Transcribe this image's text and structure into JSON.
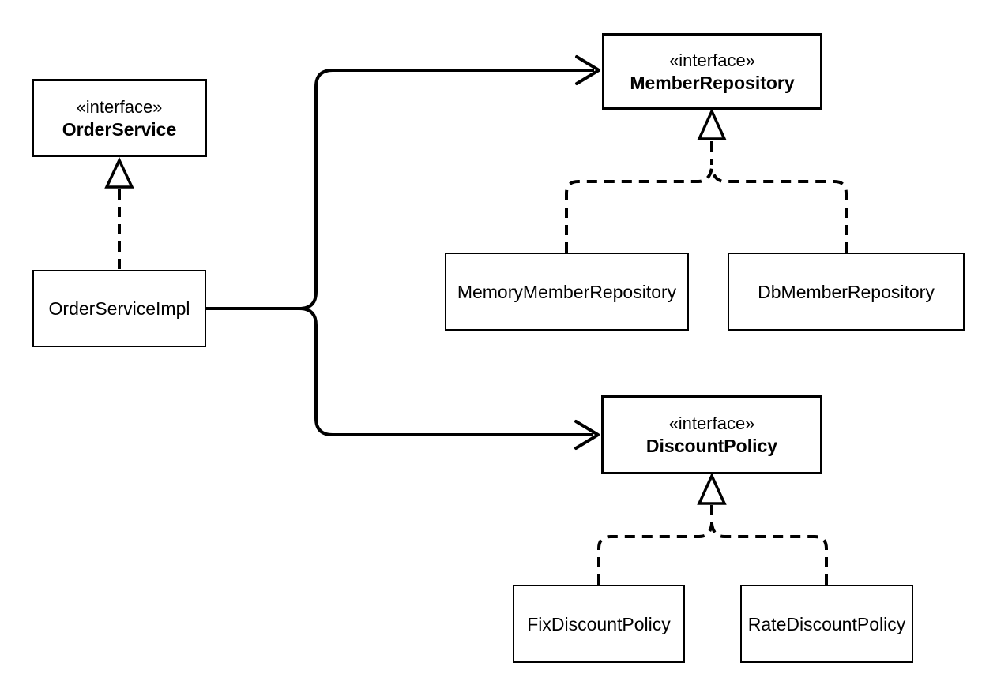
{
  "diagram": {
    "kind": "uml-class-diagram",
    "colors": {
      "background": "#ffffff",
      "line": "#000000",
      "node_fill": "#ffffff",
      "text": "#000000"
    },
    "nodes": [
      {
        "id": "order-service",
        "stereotype": "«interface»",
        "name": "OrderService"
      },
      {
        "id": "order-service-impl",
        "name": "OrderServiceImpl"
      },
      {
        "id": "member-repository",
        "stereotype": "«interface»",
        "name": "MemberRepository"
      },
      {
        "id": "memory-member-repository",
        "name": "MemoryMemberRepository"
      },
      {
        "id": "db-member-repository",
        "name": "DbMemberRepository"
      },
      {
        "id": "discount-policy",
        "stereotype": "«interface»",
        "name": "DiscountPolicy"
      },
      {
        "id": "fix-discount-policy",
        "name": "FixDiscountPolicy"
      },
      {
        "id": "rate-discount-policy",
        "name": "RateDiscountPolicy"
      }
    ],
    "edges": [
      {
        "from": "OrderServiceImpl",
        "to": "OrderService",
        "type": "realization",
        "style": "dashed-hollow-triangle"
      },
      {
        "from": "OrderServiceImpl",
        "to": "MemberRepository",
        "type": "dependency",
        "style": "solid-open-arrow"
      },
      {
        "from": "OrderServiceImpl",
        "to": "DiscountPolicy",
        "type": "dependency",
        "style": "solid-open-arrow"
      },
      {
        "from": "MemoryMemberRepository",
        "to": "MemberRepository",
        "type": "realization",
        "style": "dashed-hollow-triangle"
      },
      {
        "from": "DbMemberRepository",
        "to": "MemberRepository",
        "type": "realization",
        "style": "dashed-hollow-triangle"
      },
      {
        "from": "FixDiscountPolicy",
        "to": "DiscountPolicy",
        "type": "realization",
        "style": "dashed-hollow-triangle"
      },
      {
        "from": "RateDiscountPolicy",
        "to": "DiscountPolicy",
        "type": "realization",
        "style": "dashed-hollow-triangle"
      }
    ]
  }
}
